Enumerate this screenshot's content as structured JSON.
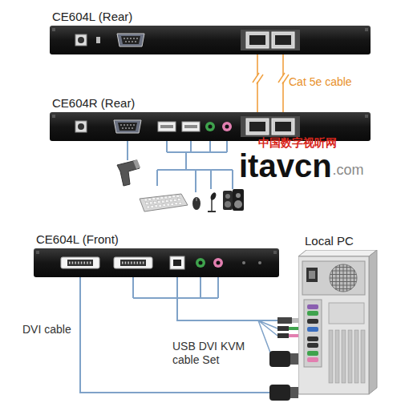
{
  "diagram": {
    "nodes": [
      {
        "text": [
          "CE604L (Rear)"
        ]
      },
      {
        "text": [
          "CE604R (Rear)"
        ]
      },
      {
        "text": [
          "CE604L (Front)"
        ]
      },
      {
        "text": [
          "Local PC"
        ]
      }
    ],
    "edges": [
      {
        "from": 0,
        "to": 1,
        "label": "Cat 5e cable",
        "arrow": "none"
      },
      {
        "from": 2,
        "to": 3,
        "label": "DVI cable",
        "arrow": "none"
      },
      {
        "from": 2,
        "to": 3,
        "label": "USB DVI KVM cable Set",
        "arrow": "none"
      }
    ],
    "labels": [
      "中国数字视听网",
      "itavcn",
      ".com"
    ]
  }
}
